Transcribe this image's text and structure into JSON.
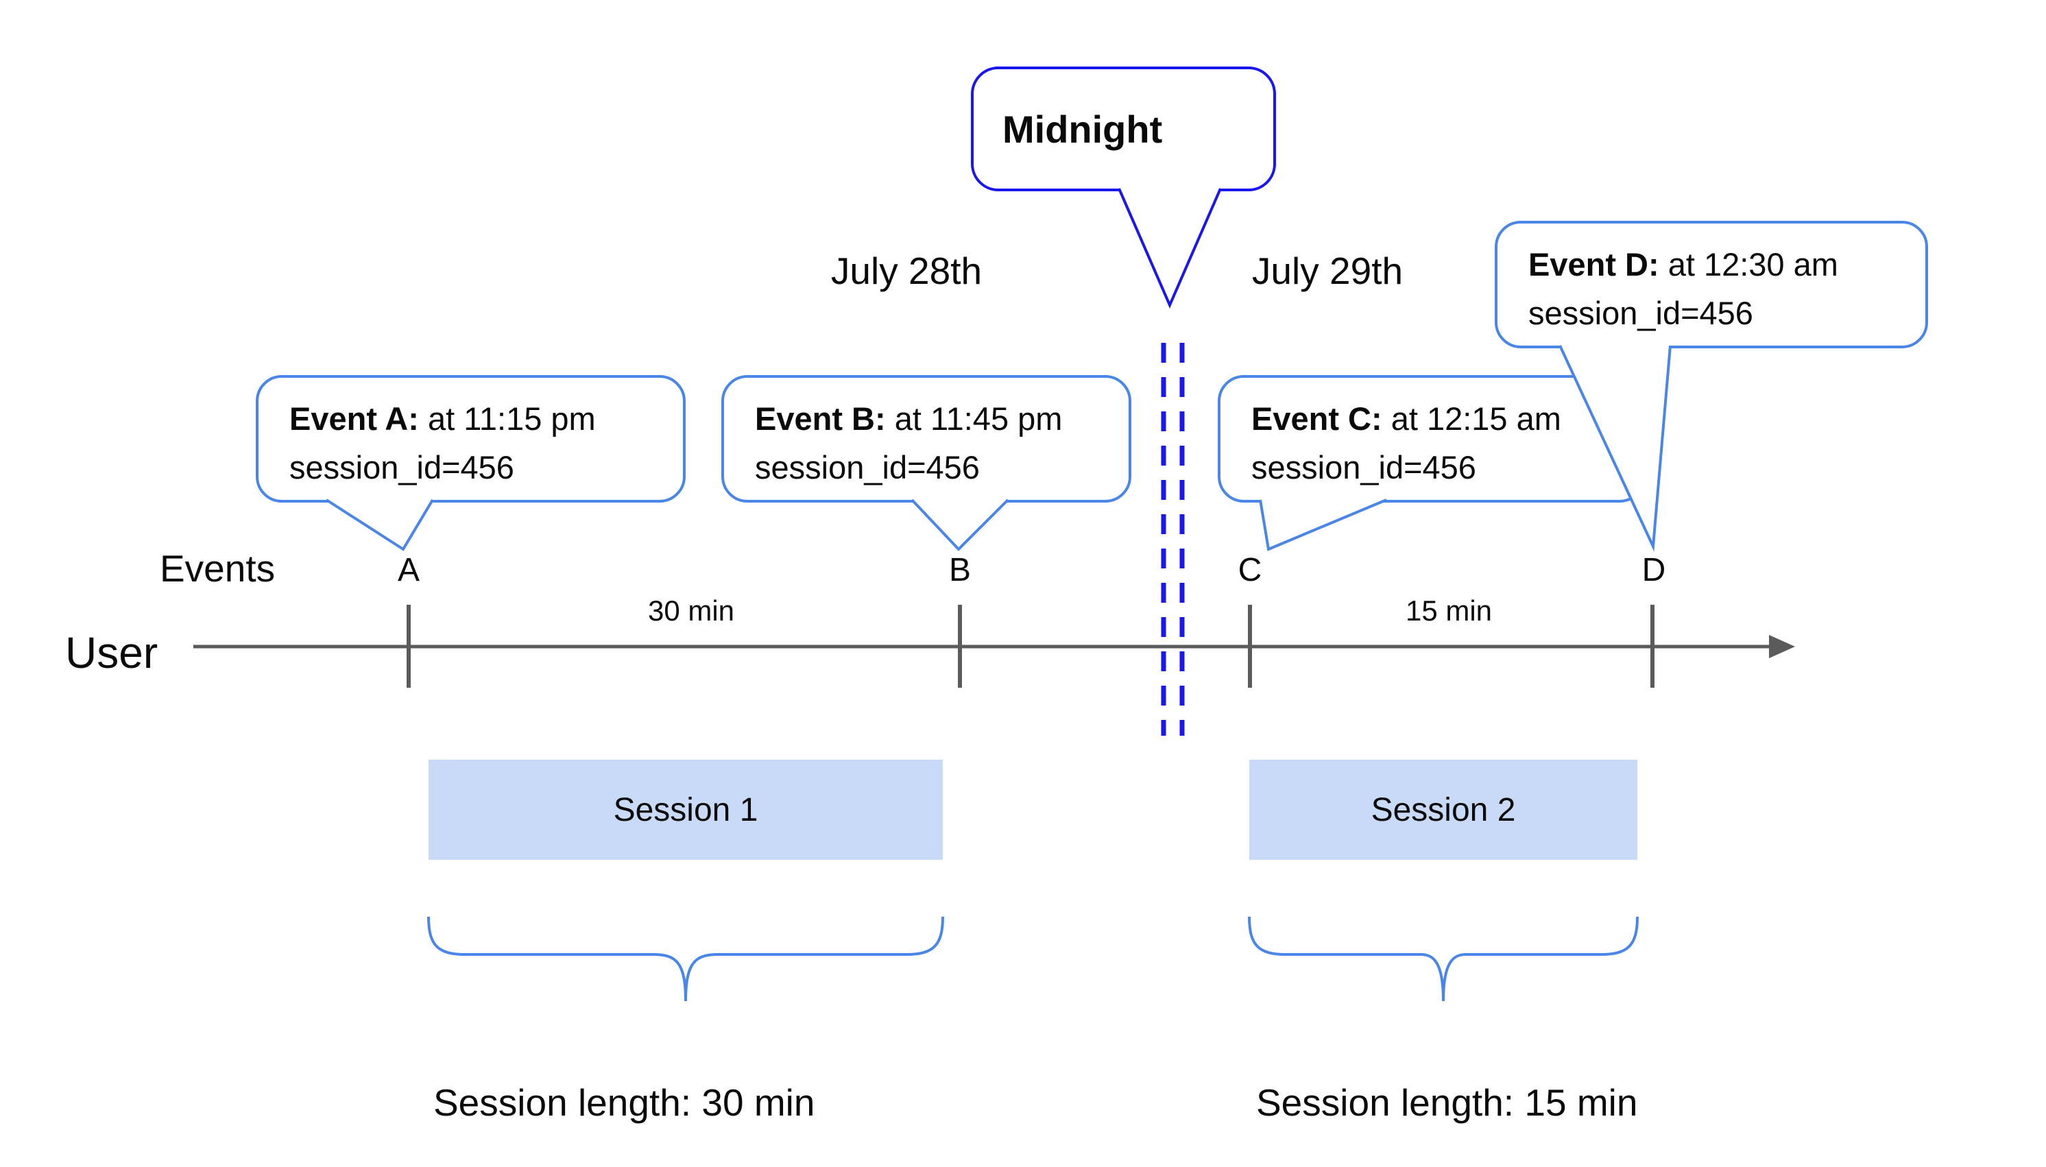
{
  "colors": {
    "deep_blue": "#1a16ee",
    "light_blue": "#4a86e8",
    "session_fill": "#c9daf8",
    "axis_gray": "#5b5b5b",
    "text": "#0a0a0a"
  },
  "midnight": {
    "label": "Midnight"
  },
  "dates": {
    "left": "July 28th",
    "right": "July 29th"
  },
  "events": [
    {
      "letter": "A",
      "title": "Event A:",
      "time": " at 11:15 pm",
      "session": "session_id=456"
    },
    {
      "letter": "B",
      "title": "Event B:",
      "time": " at 11:45 pm",
      "session": "session_id=456"
    },
    {
      "letter": "C",
      "title": "Event C:",
      "time": " at 12:15 am",
      "session": "session_id=456"
    },
    {
      "letter": "D",
      "title": "Event D:",
      "time": " at 12:30 am",
      "session": "session_id=456"
    }
  ],
  "axis": {
    "events_label": "Events",
    "user_label": "User",
    "interval_ab": "30 min",
    "interval_cd": "15 min"
  },
  "sessions": [
    {
      "name": "Session 1",
      "length": "Session length: 30 min"
    },
    {
      "name": "Session 2",
      "length": "Session length: 15 min"
    }
  ]
}
